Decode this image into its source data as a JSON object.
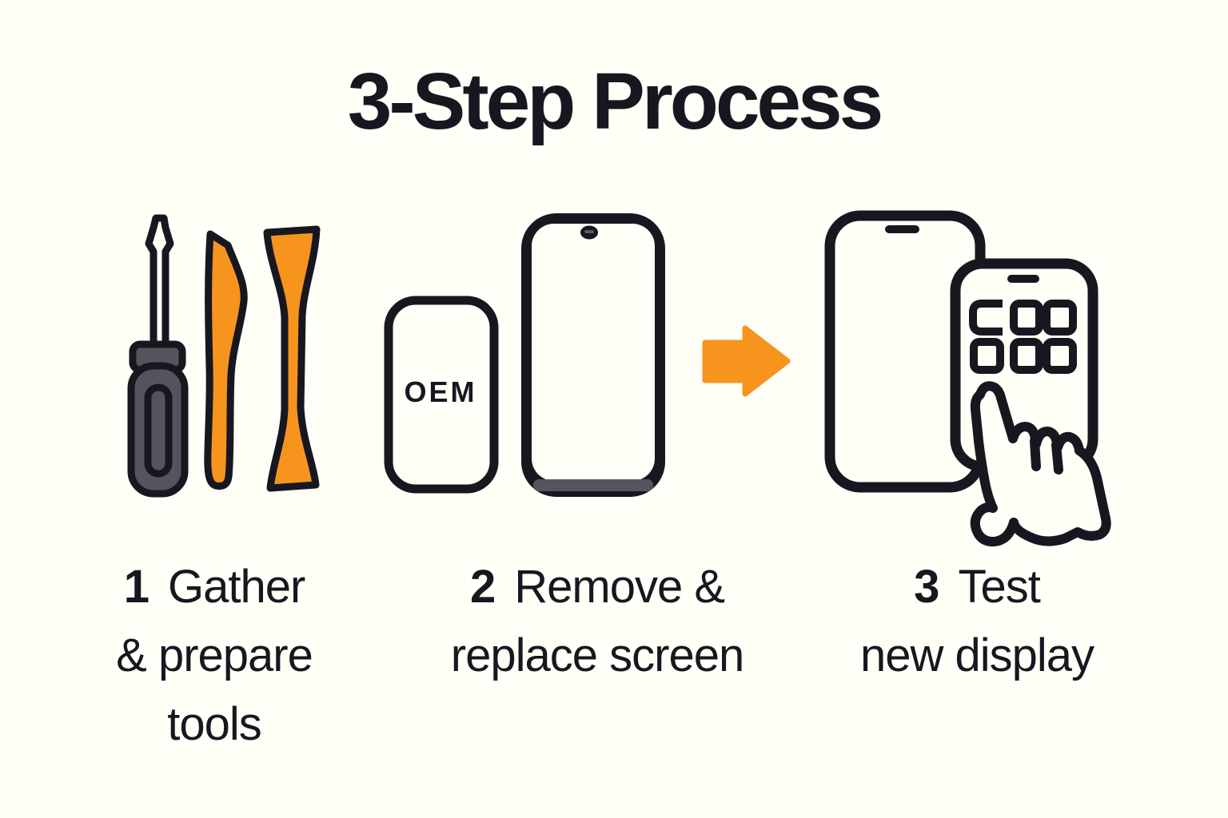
{
  "title": "3-Step Process",
  "colors": {
    "background": "#FFFEF7",
    "outline_dark": "#171720",
    "accent_orange": "#F7941E",
    "tool_gray": "#54555C"
  },
  "steps": [
    {
      "number": "1",
      "line1": "Gather",
      "line2": "& prepare",
      "line3": "tools",
      "icon": "repair-tools"
    },
    {
      "number": "2",
      "line1": "Remove &",
      "line2": "replace screen",
      "icon": "oem-screen-and-phone",
      "screen_label": "OEM"
    },
    {
      "number": "3",
      "line1": "Test",
      "line2": "new display",
      "icon": "phone-touch-test"
    }
  ],
  "icons": {
    "step1": "screwdriver-and-pry-tools-icon",
    "step2": "oem-replacement-screen-and-phone-icon",
    "arrow": "right-arrow-icon",
    "step3": "hand-tapping-new-display-icon"
  }
}
